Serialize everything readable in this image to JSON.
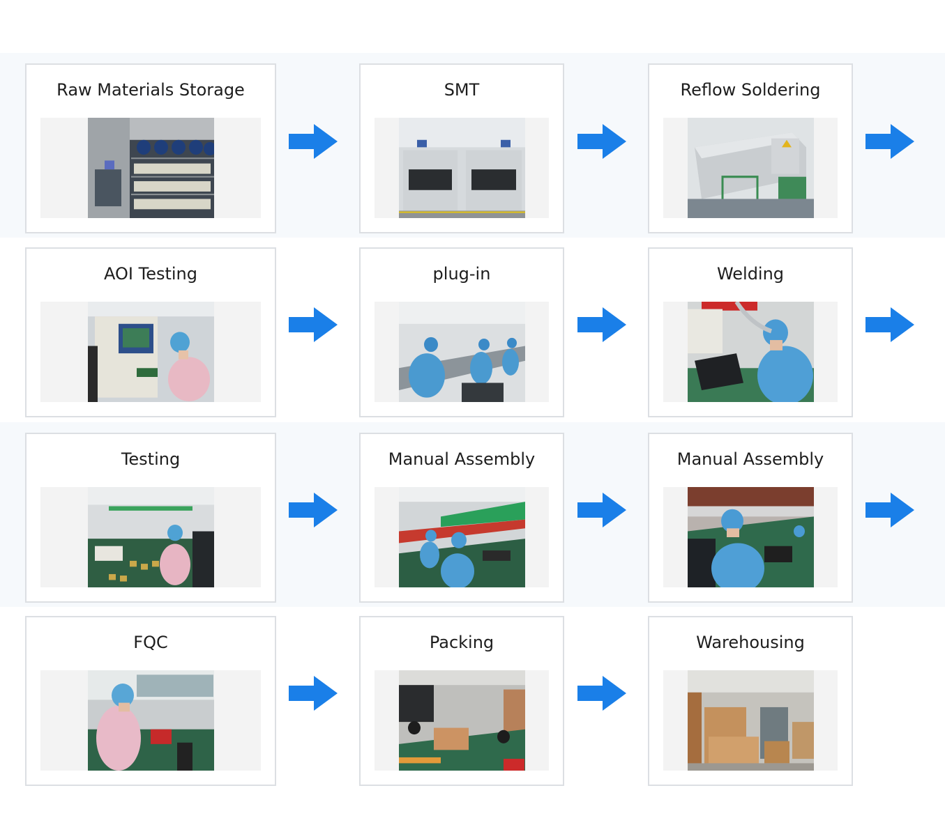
{
  "steps": [
    {
      "label": "Raw Materials Storage",
      "photo": "raw-materials-storage-photo"
    },
    {
      "label": "SMT",
      "photo": "smt-machines-photo"
    },
    {
      "label": "Reflow Soldering",
      "photo": "reflow-oven-photo"
    },
    {
      "label": "AOI Testing",
      "photo": "aoi-testing-photo"
    },
    {
      "label": "plug-in",
      "photo": "plug-in-line-photo"
    },
    {
      "label": "Welding",
      "photo": "welding-station-photo"
    },
    {
      "label": "Testing",
      "photo": "testing-bench-photo"
    },
    {
      "label": "Manual Assembly",
      "photo": "assembly-line-photo"
    },
    {
      "label": "Manual Assembly",
      "photo": "assembly-worker-photo"
    },
    {
      "label": "FQC",
      "photo": "fqc-inspection-photo"
    },
    {
      "label": "Packing",
      "photo": "packing-area-photo"
    },
    {
      "label": "Warehousing",
      "photo": "warehouse-shelves-photo"
    }
  ],
  "arrow_icon": "arrow-right-icon",
  "colors": {
    "arrow": "#1a7fe8",
    "card_border": "#dcdfe3",
    "band_background": "#f6f9fc"
  }
}
